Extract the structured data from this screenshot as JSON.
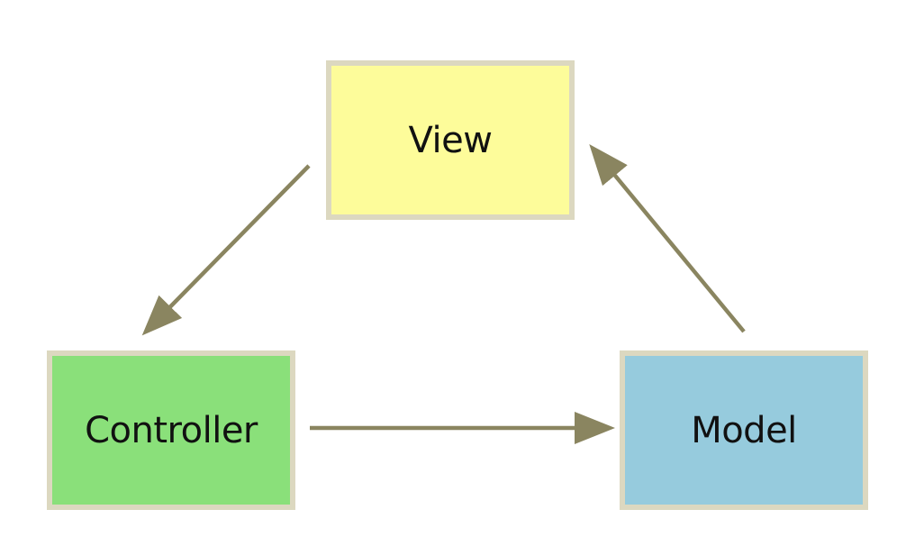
{
  "nodes": {
    "view": {
      "label": "View",
      "color": "#fdfc9a"
    },
    "controller": {
      "label": "Controller",
      "color": "#8ae07a"
    },
    "model": {
      "label": "Model",
      "color": "#96cbdd"
    }
  },
  "edges": [
    {
      "from": "view",
      "to": "controller"
    },
    {
      "from": "controller",
      "to": "model"
    },
    {
      "from": "model",
      "to": "view"
    }
  ],
  "colors": {
    "arrow": "#8a8560",
    "box_border": "#dcd8c0"
  }
}
